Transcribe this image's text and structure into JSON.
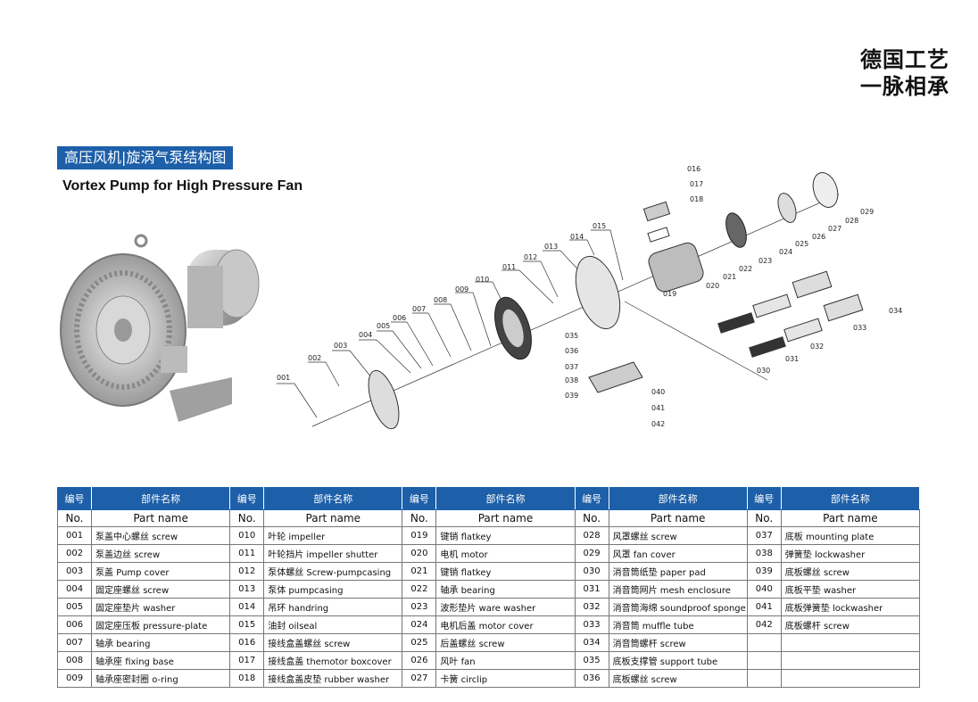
{
  "slogan": {
    "line1": "德国工艺",
    "line2": "一脉相承"
  },
  "title": {
    "cn": "高压风机|旋涡气泵结构图",
    "en": "Vortex Pump for High Pressure Fan"
  },
  "diagram_labels": [
    "001",
    "002",
    "003",
    "004",
    "005",
    "006",
    "007",
    "008",
    "009",
    "010",
    "011",
    "012",
    "013",
    "014",
    "015",
    "016",
    "017",
    "018",
    "019",
    "020",
    "021",
    "022",
    "023",
    "024",
    "025",
    "026",
    "027",
    "028",
    "029",
    "030",
    "031",
    "032",
    "033",
    "034",
    "035",
    "036",
    "037",
    "038",
    "039",
    "040",
    "041",
    "042"
  ],
  "table": {
    "header_cn": {
      "no": "编号",
      "name": "部件名称"
    },
    "header_en": {
      "no": "No.",
      "name": "Part name"
    },
    "columns": [
      [
        {
          "no": "001",
          "name": "泵盖中心螺丝 screw"
        },
        {
          "no": "002",
          "name": "泵盖边丝 screw"
        },
        {
          "no": "003",
          "name": "泵盖 Pump cover"
        },
        {
          "no": "004",
          "name": "固定座螺丝 screw"
        },
        {
          "no": "005",
          "name": "固定座垫片 washer"
        },
        {
          "no": "006",
          "name": "固定座压板 pressure-plate"
        },
        {
          "no": "007",
          "name": "轴承 bearing"
        },
        {
          "no": "008",
          "name": "轴承座 fixing base"
        },
        {
          "no": "009",
          "name": "轴承座密封圈 o-ring"
        }
      ],
      [
        {
          "no": "010",
          "name": "叶轮 impeller"
        },
        {
          "no": "011",
          "name": "叶轮挡片 impeller shutter"
        },
        {
          "no": "012",
          "name": "泵体螺丝 Screw-pumpcasing"
        },
        {
          "no": "013",
          "name": "泵体 pumpcasing"
        },
        {
          "no": "014",
          "name": "吊环 handring"
        },
        {
          "no": "015",
          "name": "油封 oilseal"
        },
        {
          "no": "016",
          "name": "接线盒盖螺丝 screw"
        },
        {
          "no": "017",
          "name": "接线盒盖 themotor boxcover"
        },
        {
          "no": "018",
          "name": "接线盒盖皮垫 rubber washer"
        }
      ],
      [
        {
          "no": "019",
          "name": "键销 flatkey"
        },
        {
          "no": "020",
          "name": "电机 motor"
        },
        {
          "no": "021",
          "name": "键销 flatkey"
        },
        {
          "no": "022",
          "name": "轴承 bearing"
        },
        {
          "no": "023",
          "name": "波形垫片 ware washer"
        },
        {
          "no": "024",
          "name": "电机后盖 motor cover"
        },
        {
          "no": "025",
          "name": "后盖螺丝 screw"
        },
        {
          "no": "026",
          "name": "风叶 fan"
        },
        {
          "no": "027",
          "name": "卡簧 circlip"
        }
      ],
      [
        {
          "no": "028",
          "name": "风罩螺丝 screw"
        },
        {
          "no": "029",
          "name": "风罩 fan cover"
        },
        {
          "no": "030",
          "name": "消音筒纸垫 paper pad"
        },
        {
          "no": "031",
          "name": "消音筒网片 mesh enclosure"
        },
        {
          "no": "032",
          "name": "消音筒海绵 soundproof sponge"
        },
        {
          "no": "033",
          "name": "消音筒 muffle tube"
        },
        {
          "no": "034",
          "name": "消音筒螺杆 screw"
        },
        {
          "no": "035",
          "name": "底板支撑管 support tube"
        },
        {
          "no": "036",
          "name": "底板螺丝 screw"
        }
      ],
      [
        {
          "no": "037",
          "name": "底板 mounting plate"
        },
        {
          "no": "038",
          "name": "弹簧垫 lockwasher"
        },
        {
          "no": "039",
          "name": "底板螺丝 screw"
        },
        {
          "no": "040",
          "name": "底板平垫 washer"
        },
        {
          "no": "041",
          "name": "底板弹簧垫 lockwasher"
        },
        {
          "no": "042",
          "name": "底板螺杆 screw"
        },
        {
          "no": "",
          "name": ""
        },
        {
          "no": "",
          "name": ""
        },
        {
          "no": "",
          "name": ""
        }
      ]
    ]
  }
}
